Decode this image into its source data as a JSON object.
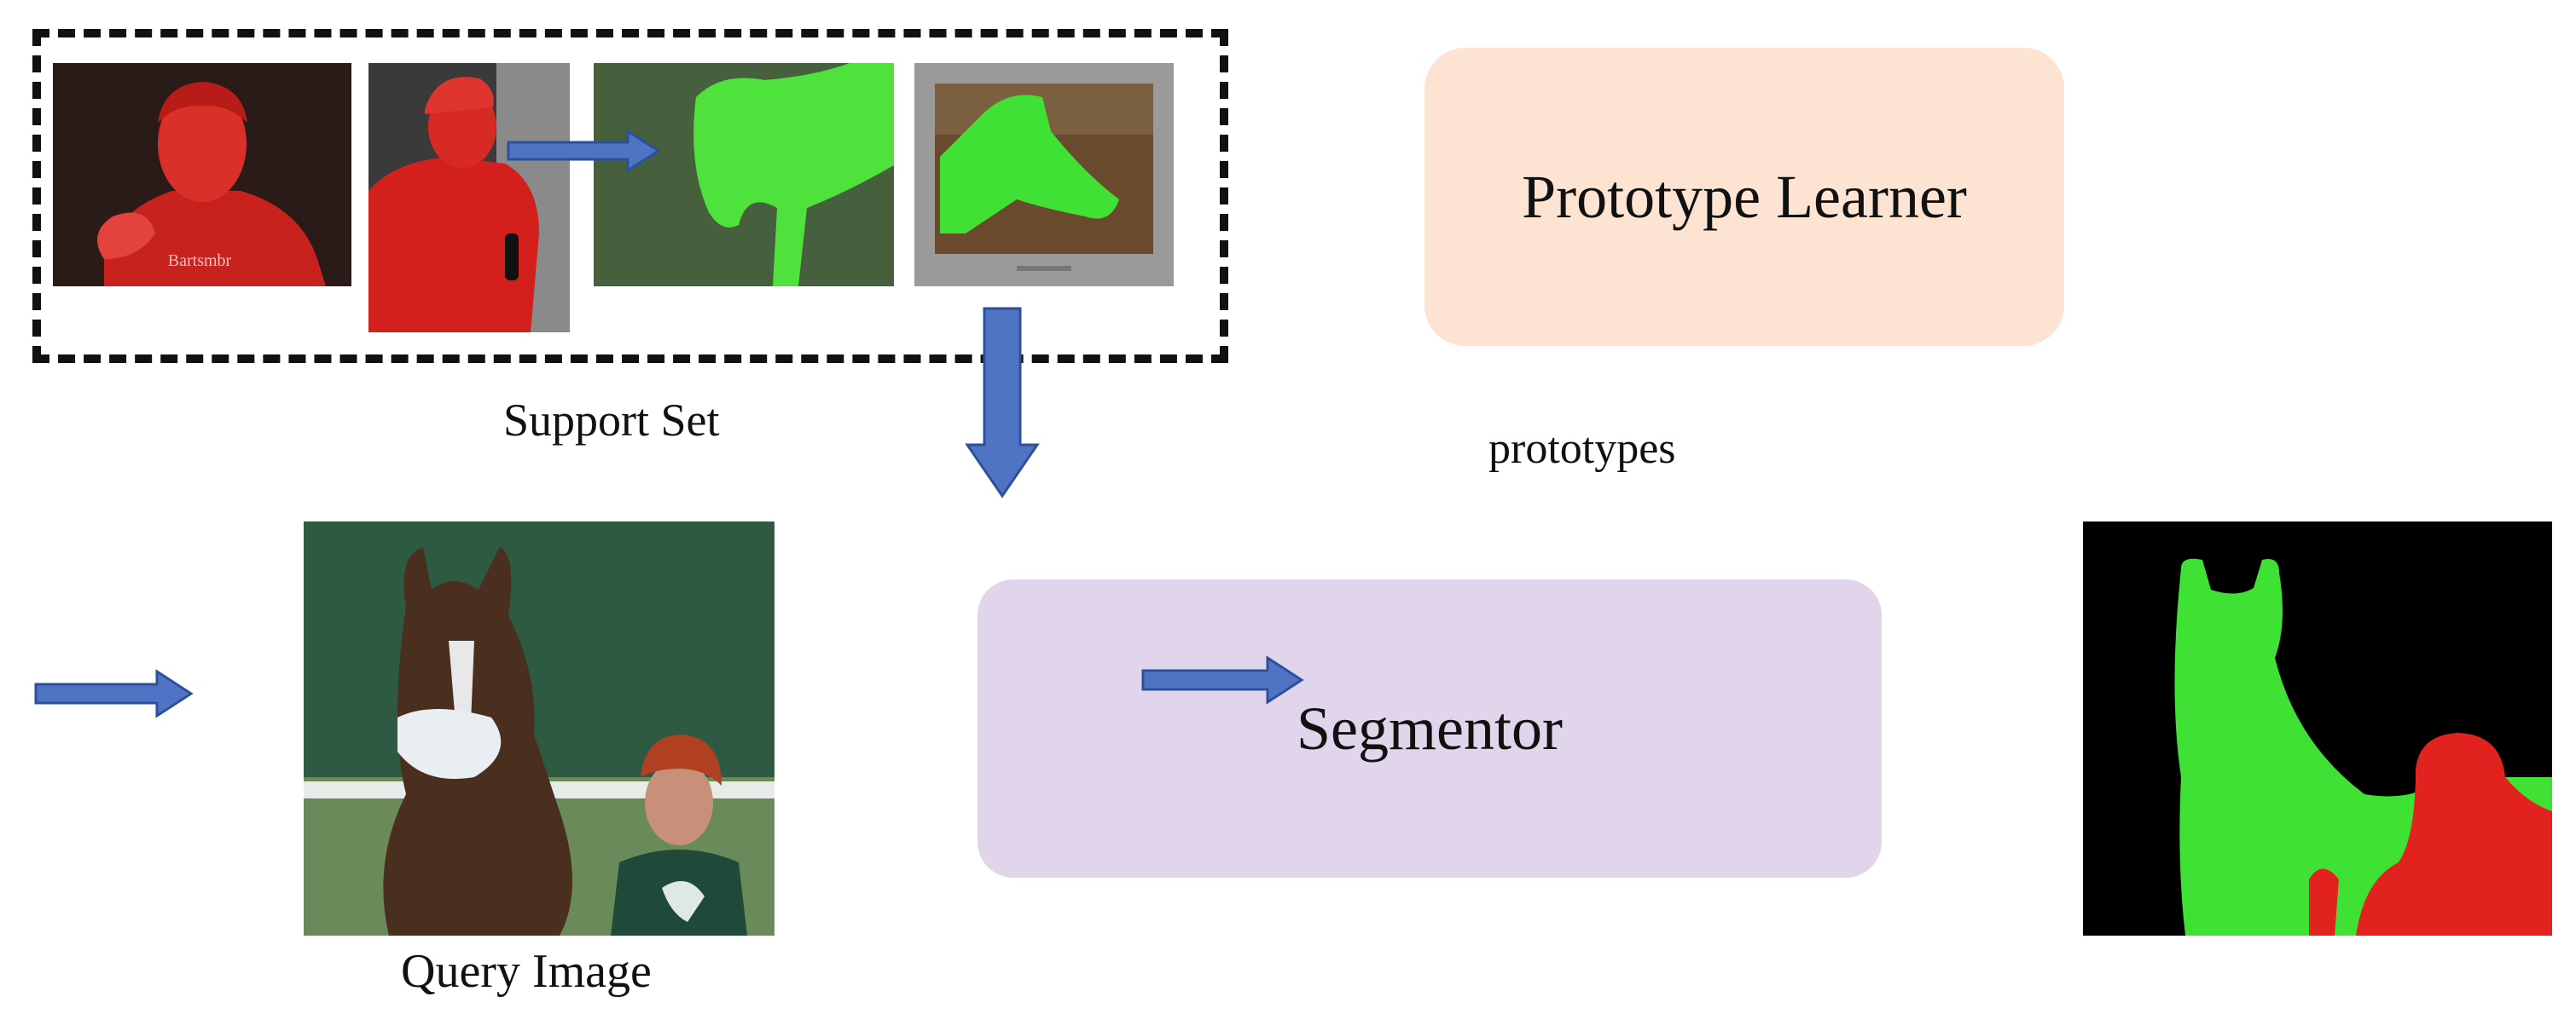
{
  "labels": {
    "support_set": "Support Set",
    "query_image": "Query Image",
    "prototypes": "prototypes"
  },
  "modules": {
    "prototype_learner": "Prototype Learner",
    "segmentor": "Segmentor"
  },
  "images": {
    "support_person_1_logo": "Bartsmbr"
  },
  "colors": {
    "arrow": "#4f74c3",
    "arrow_border": "#2e4f9e",
    "person_mask": "#e2221f",
    "horse_mask": "#3fe234",
    "learner_box": "#fde3d2",
    "segmentor_box": "#e0d5ea"
  }
}
